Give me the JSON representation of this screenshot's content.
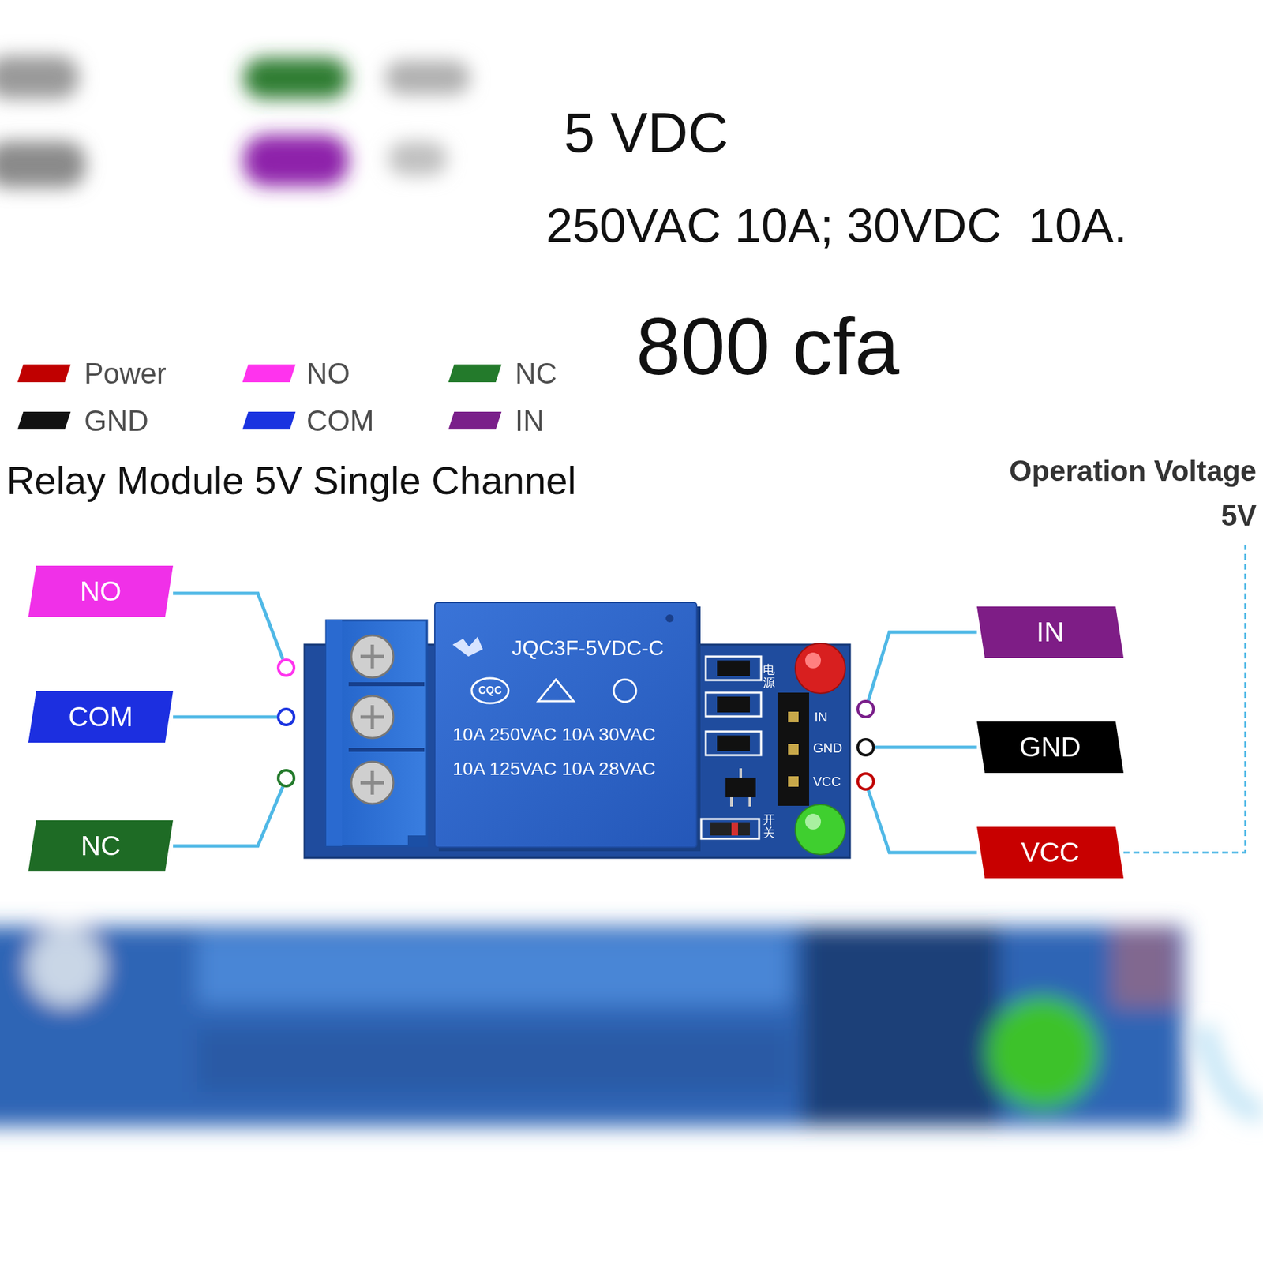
{
  "diagram": {
    "title": "Relay Module 5V Single Channel",
    "nodes": [
      {
        "text": [
          "NO"
        ]
      },
      {
        "text": [
          "COM"
        ]
      },
      {
        "text": [
          "NC"
        ]
      },
      {
        "text": [
          "IN"
        ]
      },
      {
        "text": [
          "GND"
        ]
      },
      {
        "text": [
          "VCC"
        ]
      }
    ],
    "labels": [
      "5 VDC",
      "250VAC 10A; 30VDC  10A.",
      "800 cfa",
      "Operation Voltage",
      "5V",
      "JQC3F-5VDC-C",
      "CQC",
      "10A 250VAC 10A 30VAC",
      "10A 125VAC 10A 28VAC",
      "电源",
      "IN",
      "GND",
      "VCC",
      "开关"
    ],
    "legend": [
      {
        "text": "Power",
        "color": "#c00000"
      },
      {
        "text": "GND",
        "color": "#111111"
      },
      {
        "text": "NO",
        "color": "#ff33ee"
      },
      {
        "text": "COM",
        "color": "#1a33e0"
      },
      {
        "text": "NC",
        "color": "#237a2b"
      },
      {
        "text": "IN",
        "color": "#7a1f8a"
      }
    ]
  }
}
